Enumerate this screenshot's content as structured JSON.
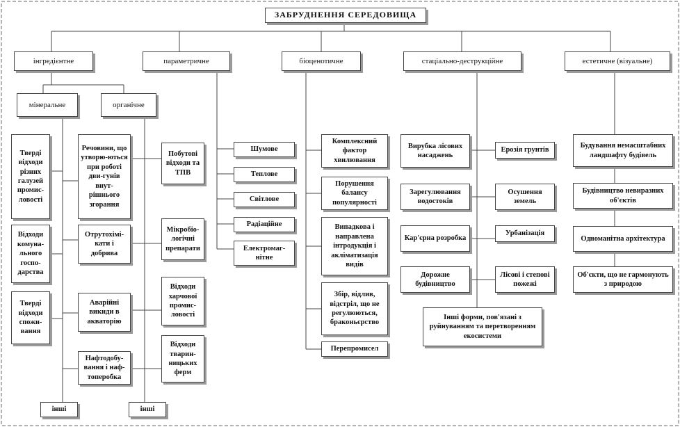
{
  "title": "ЗАБРУДНЕННЯ СЕРЕДОВИЩА",
  "categories": {
    "ingredient": "інгредієнтне",
    "parametric": "параметричне",
    "biocenotic": "біоценотичне",
    "station": "стаціально-деструкційне",
    "aesthetic": "естетичне (візуальне)"
  },
  "ingredient_sub": {
    "mineral": "мінеральне",
    "organic": "органічне"
  },
  "mineral_items": [
    "Тверді відходи різних галузей промис-ловості",
    "Відходи комуна-льного госпо-дарства",
    "Тверді відходи спожи-вання"
  ],
  "organic_items": [
    "Речовини, що утворю-ються при роботі дви-гунів внут-рішнього згорання",
    "Отрутохімі-кати і добрива",
    "Аварійні викиди в акваторію",
    "Нафтодобу-вання і наф-топеробка"
  ],
  "organic_right_items": [
    "Побутові відходи та ТПВ",
    "Мікробіо-логічні препарати",
    "Відходи харчової промис-ловості",
    "Відходи тварин-ницьких ферм"
  ],
  "others": {
    "mineral": "інші",
    "organic": "інші"
  },
  "parametric_items": [
    "Шумове",
    "Теплове",
    "Світлове",
    "Радіаційне",
    "Електромаг-нітне"
  ],
  "biocenotic_items": [
    "Комплексний фактор хвилювання",
    "Порушення балансу популярності",
    "Випадкова і направлена інтродукція і акліматизація видів",
    "Збір, відлив, відстріл, що не регулюються, браконьєрство",
    "Перепромисел"
  ],
  "station_left": [
    "Вирубка лісових насаджень",
    "Зарегулювання водостоків",
    "Кар'єрна розробка",
    "Дорожне будівництво"
  ],
  "station_right": [
    "Ерозія грунтів",
    "Осушення земель",
    "Урбанізація",
    "Лісові і степові пожежі"
  ],
  "station_bottom": "Інші форми, пов'язані з руйнуванням та перетворенням екосистеми",
  "aesthetic_items": [
    "Будування немасштабних ландшафту будівель",
    "Будівництво невиразних об'єктів",
    "Одноманітна архітектура",
    "Об'єкти, що не гармонують з природою"
  ]
}
